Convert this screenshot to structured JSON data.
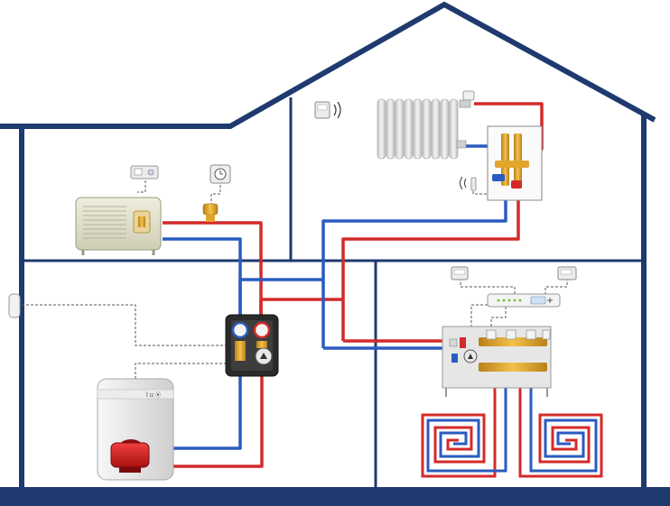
{
  "diagram": {
    "type": "house-heating-schematic",
    "colors": {
      "house_outline": "#1e3a6e",
      "supply_pipe": "#d42a2a",
      "return_pipe": "#2a5bbf",
      "control_wire": "#555555",
      "boiler_burner": "#d01f1f",
      "brass_fittings": "#e2a62b",
      "device_body": "#e6e6e6"
    },
    "rooms": [
      {
        "id": "room-upper-left",
        "contains": [
          "convector-heater",
          "thermostatic-valve",
          "wall-thermostat"
        ]
      },
      {
        "id": "room-attic",
        "contains": [
          "panel-radiator",
          "radiator-manifold",
          "wireless-thermostat",
          "wireless-sensor"
        ]
      },
      {
        "id": "room-lower-left",
        "contains": [
          "boiler-with-burner",
          "pump-station",
          "outdoor-sensor"
        ]
      },
      {
        "id": "room-lower-right",
        "contains": [
          "floor-heating-manifold",
          "zone-controller",
          "room-thermostats",
          "floor-heating-loops"
        ]
      }
    ],
    "boiler_label": "ꟾ ɪɪ ⦿"
  }
}
